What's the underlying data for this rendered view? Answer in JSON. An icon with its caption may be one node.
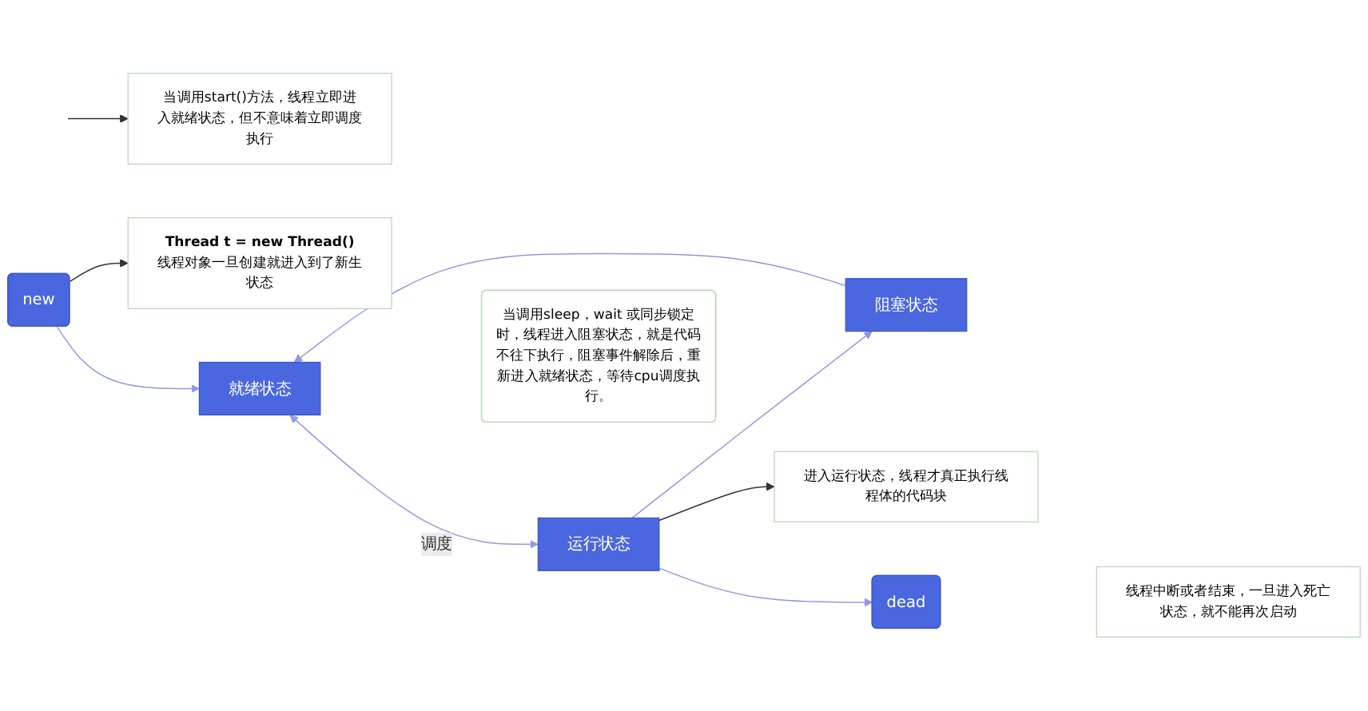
{
  "diagram": {
    "nodes": [
      {
        "text": [
          "阻塞状态"
        ]
      },
      {
        "text": [
          "当调用sleep，wait 或同步锁定时，线程进入阻塞状态，就是代码不往下执行，阻塞事件解除后，重新进入就绪状态，等待cpu调度执行。"
        ]
      },
      {
        "text": [
          "当调用start()方法，线程立即进入就绪状态，但不意味着立即调度执行"
        ]
      },
      {
        "text": [
          "new"
        ]
      },
      {
        "text": [
          "就绪状态"
        ]
      },
      {
        "text": [
          "运行状态"
        ]
      },
      {
        "text": [
          "dead"
        ]
      },
      {
        "text": [
          "Thread t = new Thread()",
          "线程对象一旦创建就进入到了新生状态"
        ]
      },
      {
        "text": [
          "进入运行状态，线程才真正执行线程体的代码块"
        ]
      },
      {
        "text": [
          "线程中断或者结束，一旦进入死亡状态，就不能再次启动"
        ]
      }
    ],
    "edges": [
      {
        "from": 0,
        "to": 4,
        "arrow": "to"
      },
      {
        "from": 5,
        "to": 0,
        "arrow": "to"
      },
      {
        "from": 3,
        "to": 4,
        "arrow": "to"
      },
      {
        "from": 4,
        "to": 5,
        "label": "调度",
        "arrow": "both"
      },
      {
        "from": 5,
        "to": 6,
        "arrow": "to"
      },
      {
        "from": null,
        "to": 2,
        "arrow": "to",
        "color": "#333333"
      },
      {
        "from": 3,
        "to": 7,
        "arrow": "to",
        "color": "#333333"
      },
      {
        "from": 5,
        "to": 8,
        "arrow": "to",
        "color": "#333333"
      }
    ]
  }
}
